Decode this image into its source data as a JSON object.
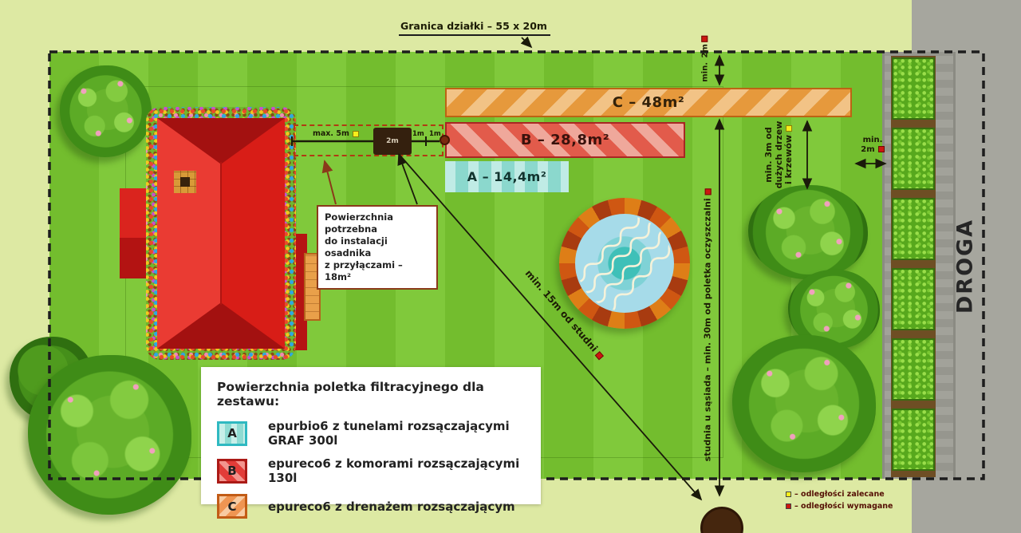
{
  "plot": {
    "boundary_label": "Granica działki – 55 x 20m",
    "road_label": "DROGA"
  },
  "zones": {
    "a": {
      "label": "A – 14,4m²",
      "color": "#8bd8cd"
    },
    "b": {
      "label": "B – 28,8m²",
      "color": "#e25b4b"
    },
    "c": {
      "label": "C – 48m²",
      "color": "#e6993c"
    }
  },
  "tank": {
    "width_label": "2m",
    "house_distance": "max. 5m",
    "gap1": "1m",
    "gap2": "1m",
    "note": {
      "line1": "Powierzchnia potrzebna",
      "line2": "do instalacji osadnika",
      "line3": "z przyłączami – 18m²"
    }
  },
  "distances": {
    "own_well": "min. 15m od studni",
    "neighbor_well": "studnia u sąsiada – min. 30m od poletka oczyszczalni",
    "trees_line1": "min. 3m od",
    "trees_line2": "dużych drzew",
    "trees_line3": "i krzewów",
    "top_margin_line1": "min.",
    "top_margin_line2": "2m",
    "right_margin_line1": "min.",
    "right_margin_line2": "2m"
  },
  "legend": {
    "title": "Powierzchnia poletka filtracyjnego dla zestawu:",
    "items": [
      {
        "key": "A",
        "label": "epurbio6 z tunelami rozsączającymi GRAF 300l"
      },
      {
        "key": "B",
        "label": "epureco6 z komorami rozsączającymi 130l"
      },
      {
        "key": "C",
        "label": "epureco6 z drenażem rozsączającym"
      }
    ]
  },
  "markers": {
    "recommended": {
      "label": "– odległości zalecane",
      "color": "#f7ee1b"
    },
    "required": {
      "label": "– odległości wymagane",
      "color": "#cc1710"
    }
  }
}
